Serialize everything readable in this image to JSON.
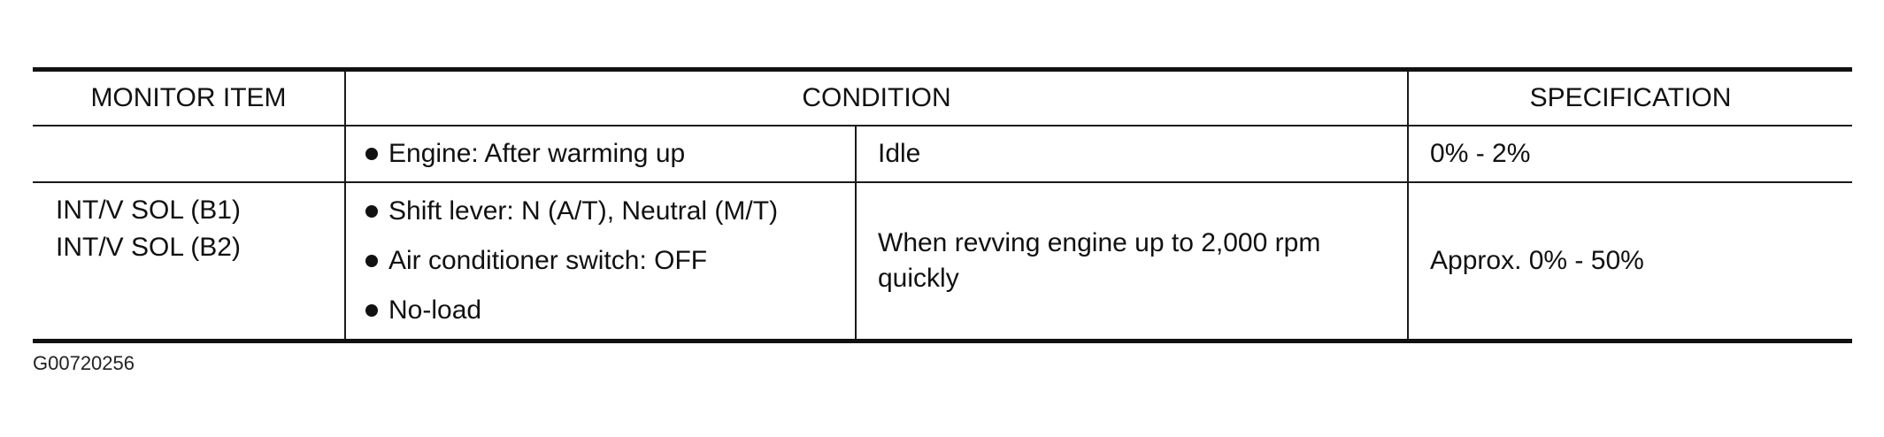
{
  "table": {
    "headers": {
      "monitor_item": "MONITOR ITEM",
      "condition": "CONDITION",
      "specification": "SPECIFICATION"
    },
    "rows": [
      {
        "monitor_item": [],
        "conditions": [
          "Engine: After warming up"
        ],
        "state": "Idle",
        "specification": "0% - 2%"
      },
      {
        "monitor_item": [
          "INT/V SOL (B1)",
          "INT/V SOL (B2)"
        ],
        "conditions": [
          "Shift lever: N (A/T), Neutral (M/T)",
          "Air conditioner switch: OFF",
          "No-load"
        ],
        "state": "When revving engine up to 2,000 rpm quickly",
        "specification": "Approx. 0% - 50%"
      }
    ]
  },
  "figure_id": "G00720256"
}
